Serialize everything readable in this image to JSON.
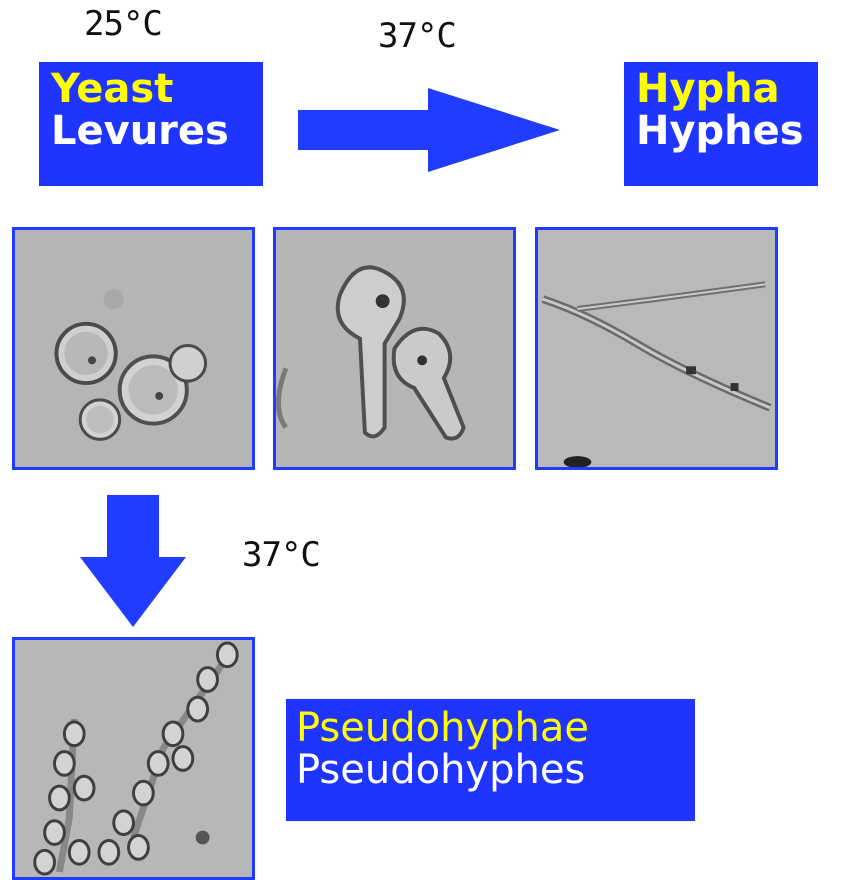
{
  "temperatures": {
    "yeast": "25°C",
    "to_hypha": "37°C",
    "to_pseudohyphae": "37°C"
  },
  "labels": {
    "yeast": {
      "en": "Yeast",
      "fr": "Levures"
    },
    "hypha": {
      "en": "Hypha",
      "fr": "Hyphes"
    },
    "pseudohyphae": {
      "en": "Pseudohyphae",
      "fr": "Pseudohyphes"
    }
  },
  "colors": {
    "box_bg": "#1f35ff",
    "english_text": "#ffff00",
    "french_text": "#ffffff",
    "arrow": "#1f3cff",
    "photo_border": "#1f3cff"
  },
  "photos": [
    {
      "name": "yeast-photo"
    },
    {
      "name": "budding-photo"
    },
    {
      "name": "hypha-photo"
    },
    {
      "name": "pseudohyphae-photo"
    }
  ]
}
